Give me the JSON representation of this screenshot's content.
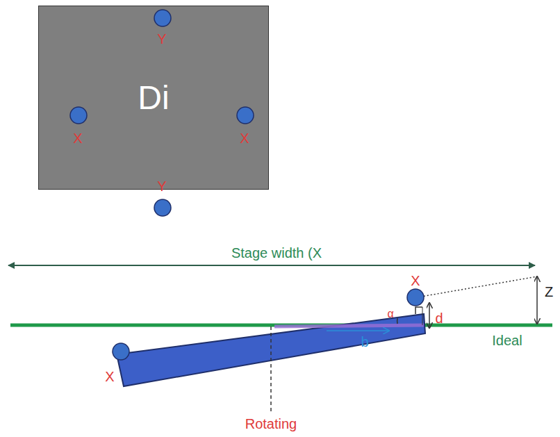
{
  "diagram": {
    "nodes": [
      {
        "text": [
          "Di"
        ]
      }
    ],
    "labels": [
      "Y",
      "X",
      "X",
      "Y",
      "Stage width (X",
      "X",
      "d",
      "Z",
      "α",
      "b",
      "Ideal",
      "X",
      "Rotating"
    ]
  }
}
